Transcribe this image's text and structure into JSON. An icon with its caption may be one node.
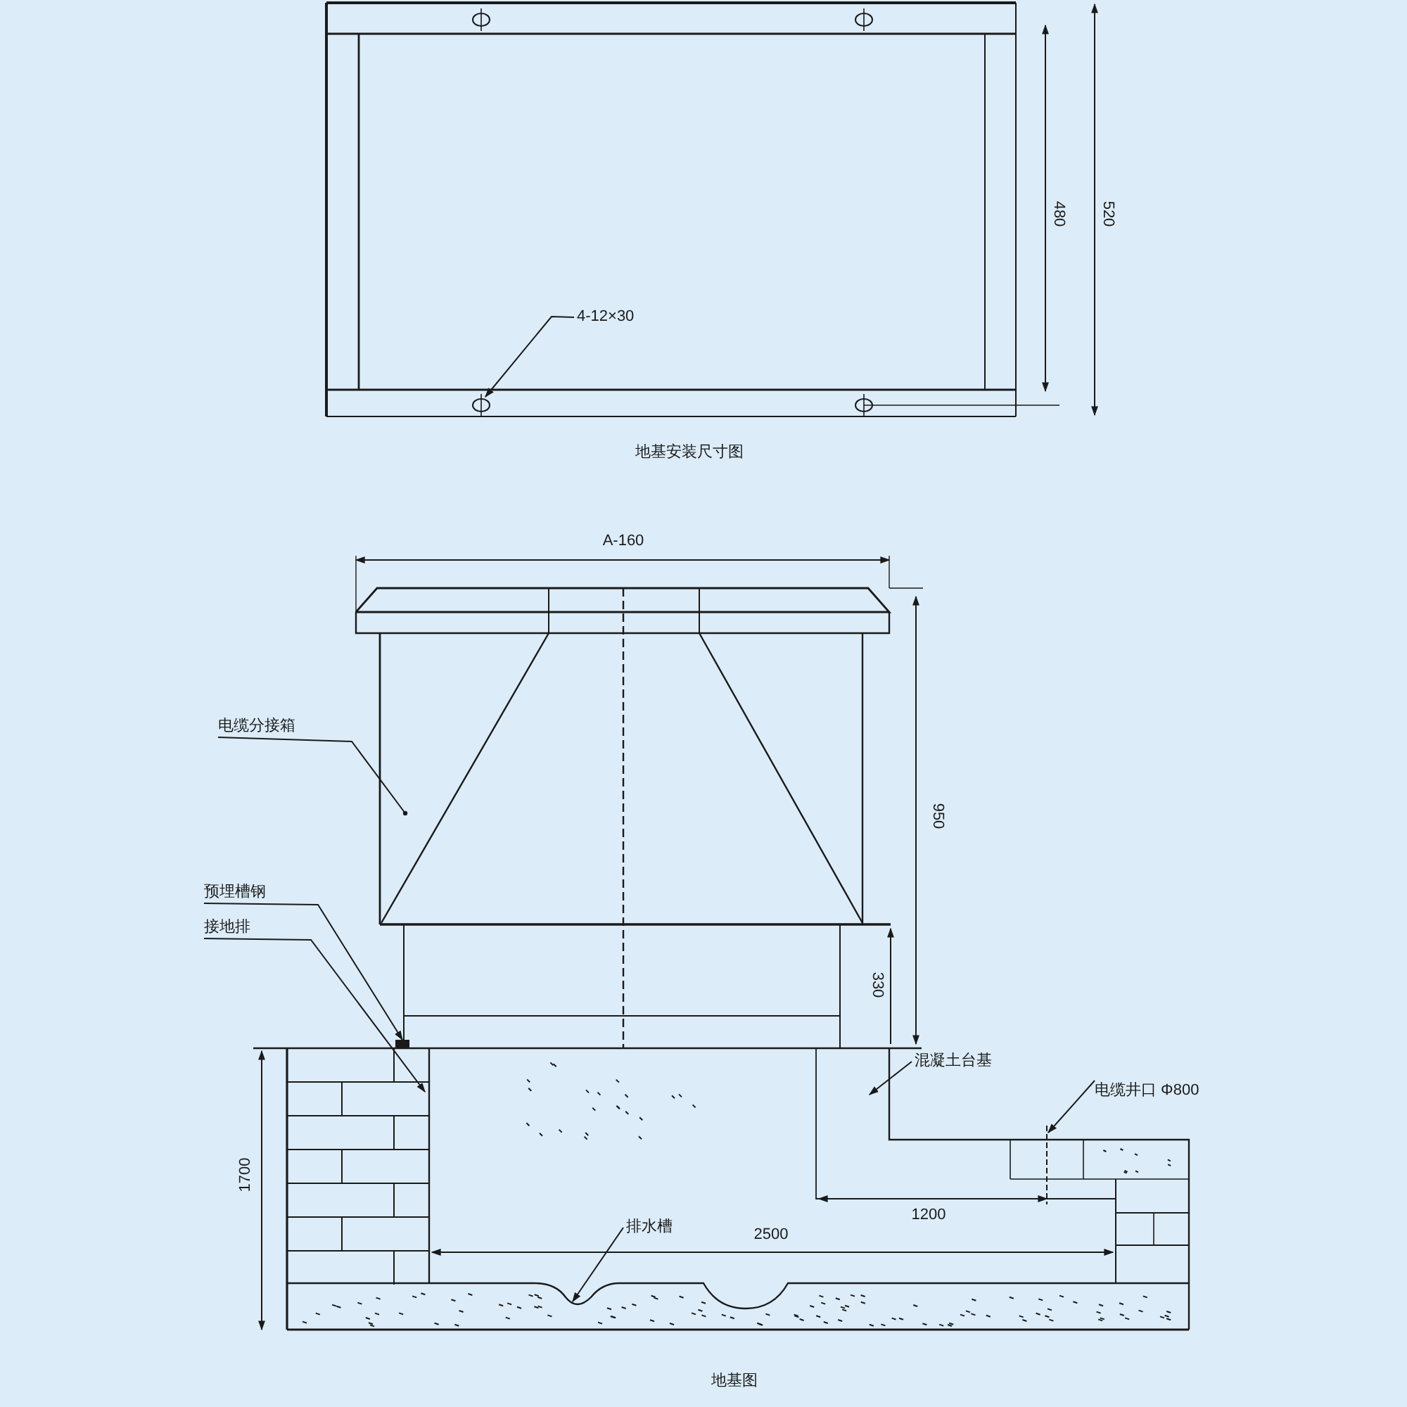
{
  "diagram": {
    "nodes": [
      {
        "text": [
          "4-12×30"
        ]
      },
      {
        "text": [
          "电缆分接箱"
        ]
      },
      {
        "text": [
          "预埋槽钢"
        ]
      },
      {
        "text": [
          "接地排"
        ]
      },
      {
        "text": [
          "混凝土台基"
        ]
      },
      {
        "text": [
          "电缆井口 Φ800"
        ]
      },
      {
        "text": [
          "排水槽"
        ]
      },
      {
        "text": [],
        "shape": "bar"
      }
    ],
    "edges": [
      {
        "from": 0,
        "to": null,
        "arrow": "to"
      },
      {
        "from": 1,
        "to": null,
        "arrow": "other"
      },
      {
        "from": 2,
        "to": 7,
        "arrow": "to"
      },
      {
        "from": 3,
        "to": null,
        "arrow": "to"
      },
      {
        "from": 4,
        "to": null,
        "arrow": "to"
      },
      {
        "from": 5,
        "to": null,
        "arrow": "to"
      },
      {
        "from": 6,
        "to": null,
        "arrow": "to"
      }
    ],
    "labels": [
      "480",
      "520",
      "地基安装尺寸图",
      "A-160",
      "950",
      "330",
      "1700",
      "1200",
      "2500",
      "地基图"
    ]
  }
}
